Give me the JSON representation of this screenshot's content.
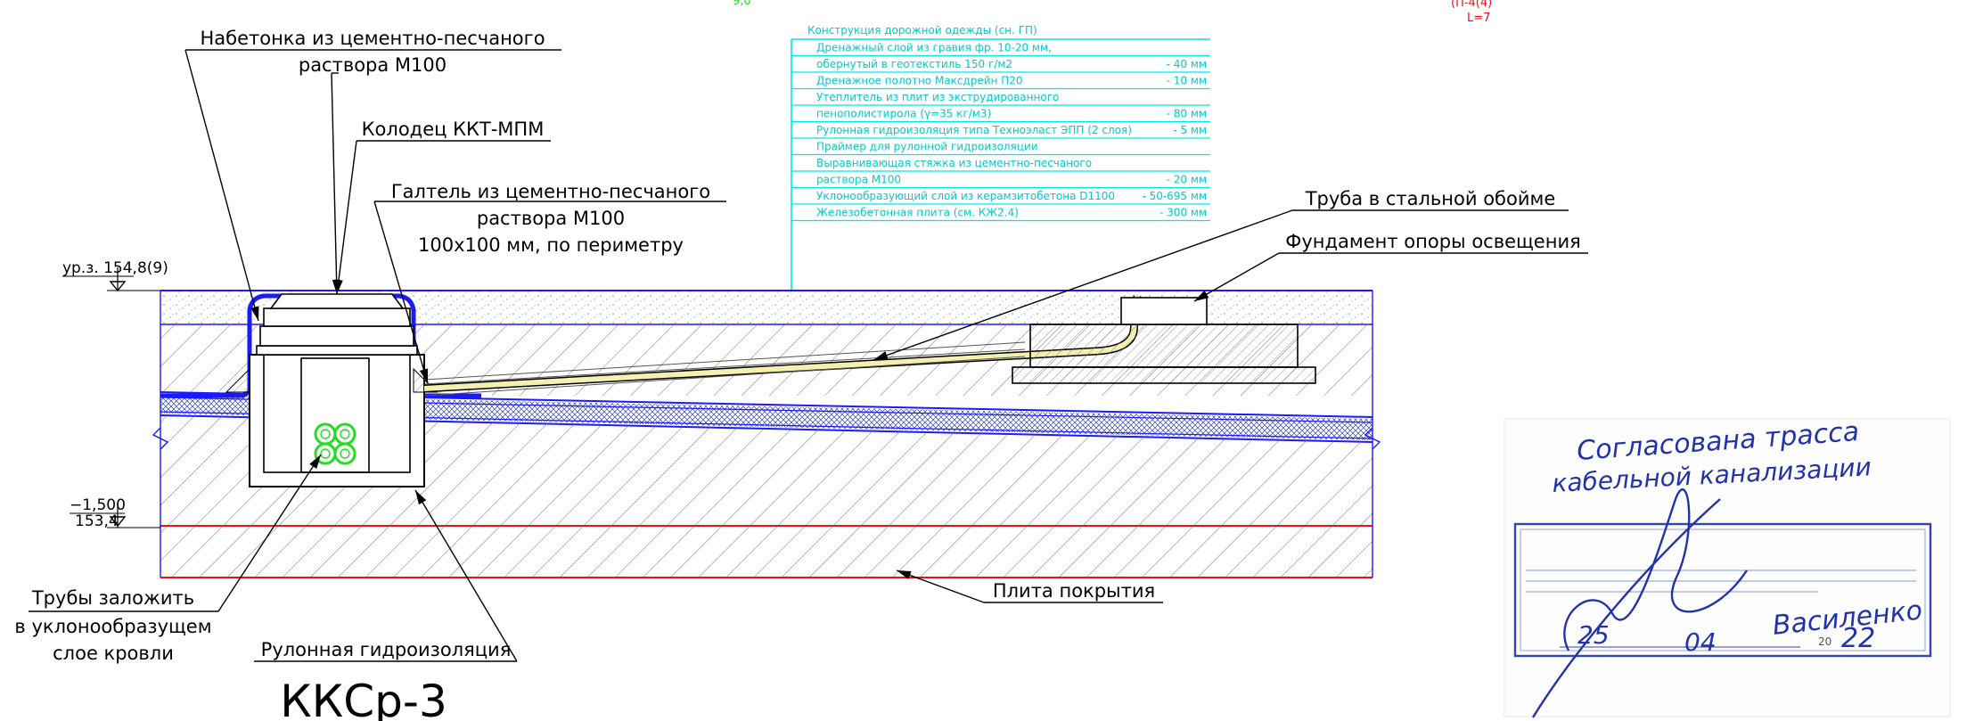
{
  "drawing": {
    "title": "ККСр-3",
    "colors": {
      "line": "#000000",
      "cyan": "#00e5e5",
      "blue": "#1a1aff",
      "green": "#22dd22",
      "red": "#ee1111",
      "pipe": "#f3f0b0",
      "stamp": "#2233aa"
    },
    "labels": {
      "nabetonka_1": "Набетонка из цементно-песчаного",
      "nabetonka_2": "раствора М100",
      "kolodec": "Колодец ККТ-МПМ",
      "galtel_1": "Галтель из цементно-песчаного",
      "galtel_2": "раствора М100",
      "galtel_3": "100х100 мм, по периметру",
      "truba_oboima": "Труба в стальной обойме",
      "fundament": "Фундамент опоры освещения",
      "truby_1": "Трубы заложить",
      "truby_2": "в уклонообразущем",
      "truby_3": "слое кровли",
      "rulonnaya": "Рулонная гидроизоляция",
      "plita": "Плита покрытия"
    },
    "elevations": {
      "top_mark": "ур.з. 154,8(9)",
      "bottom_rel": "−1,500",
      "bottom_abs": "153,4"
    },
    "layer_table": {
      "header": "Конструкция дорожной одежды (сн. ГП)",
      "rows": [
        {
          "text": "Дренажный слой из гравия фр. 10-20 мм,",
          "value": ""
        },
        {
          "text": "обернутый в геотекстиль 150 г/м2",
          "value": "- 40 мм"
        },
        {
          "text": "Дренажное полотно Максдрейн П20",
          "value": "- 10 мм"
        },
        {
          "text": "Утеплитель из плит из экструдированного",
          "value": ""
        },
        {
          "text": "пенополистирола (γ=35 кг/м3)",
          "value": "- 80 мм"
        },
        {
          "text": "Рулонная гидроизоляция типа Техноэласт ЭПП (2 слоя)",
          "value": "- 5 мм"
        },
        {
          "text": "Праймер для рулонной гидроизоляции",
          "value": ""
        },
        {
          "text": "Выравнивающая стяжка из цементно-песчаного",
          "value": ""
        },
        {
          "text": "раствора М100",
          "value": "- 20 мм"
        },
        {
          "text": "Уклонообразующий слой из керамзитобетона D1100",
          "value": "- 50-695 мм"
        },
        {
          "text": "Железобетонная плита (см. КЖ2.4)",
          "value": "- 300 мм"
        }
      ]
    },
    "top_fragments": {
      "green": "9,0",
      "red_1": "(П-4(4)",
      "red_2": "L=7"
    },
    "stamp": {
      "handwritten_1": "Согласована трасса",
      "handwritten_2": "кабельной канализации",
      "signature_name": "Василенко",
      "date_day": "25",
      "date_month": "04",
      "date_year_prefix": "20",
      "date_year": "22"
    }
  }
}
